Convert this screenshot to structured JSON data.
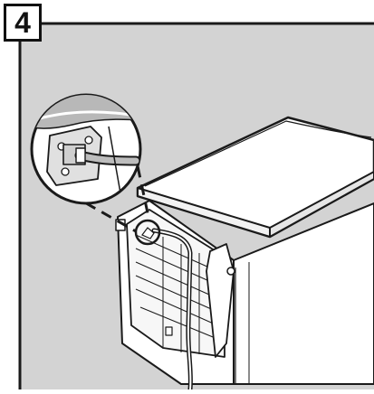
{
  "step": {
    "number": "4"
  },
  "icons": {
    "dishwasher": "dishwasher-illustration",
    "detail": "hose-connection-detail",
    "highlight": "connection-circle"
  },
  "colors": {
    "background_panel": "#d3d3d3",
    "outline": "#1a1a1a",
    "appliance": "#ffffff"
  }
}
